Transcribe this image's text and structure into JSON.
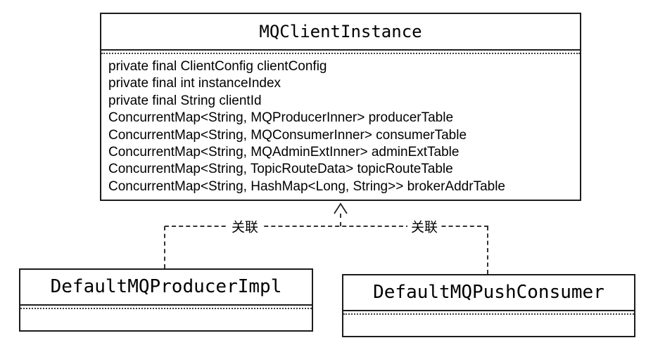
{
  "diagram": {
    "type": "uml-class-diagram",
    "colors": {
      "background": "#ffffff",
      "border": "#1c1c1c",
      "line": "#333333",
      "text": "#000000"
    },
    "classes": {
      "mqClientInstance": {
        "title": "MQClientInstance",
        "fields": [
          "private final ClientConfig clientConfig",
          "private final int instanceIndex",
          "private final String clientId",
          "ConcurrentMap<String, MQProducerInner> producerTable",
          "ConcurrentMap<String, MQConsumerInner> consumerTable",
          "ConcurrentMap<String, MQAdminExtInner> adminExtTable",
          "ConcurrentMap<String, TopicRouteData> topicRouteTable",
          "ConcurrentMap<String, HashMap<Long, String>> brokerAddrTable"
        ]
      },
      "defaultMQProducerImpl": {
        "title": "DefaultMQProducerImpl",
        "fields": []
      },
      "defaultMQPushConsumer": {
        "title": "DefaultMQPushConsumer",
        "fields": []
      }
    },
    "associations": {
      "left_label": "关联",
      "right_label": "关联",
      "arrow_target": "MQClientInstance"
    }
  }
}
